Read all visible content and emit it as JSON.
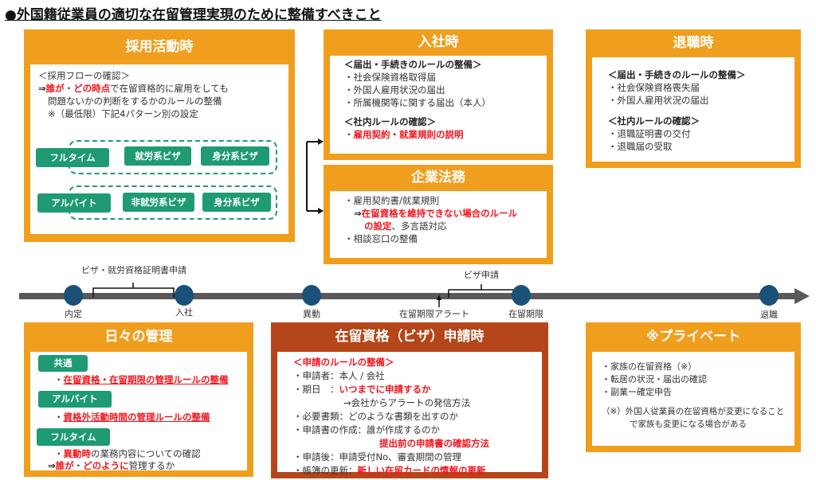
{
  "title": "●外国籍従業員の適切な在留管理実現のために整備すべきこと",
  "colors": {
    "orange": "#F09E1E",
    "brown": "#B5461A",
    "green": "#1E9A74",
    "dot": "#1B5079",
    "red": "#f0161e"
  },
  "recruit": {
    "title": "採用活動時",
    "heading": "＜採用フローの確認＞",
    "arrow": "⇒",
    "red1": "誰が",
    "sep": "・",
    "red2": "どの時点",
    "rest1": "で在留資格的に雇用をしても",
    "line2": "問題ないかの判断をするかのルールの整備",
    "line3": "※（最低限）下記4パターン別の設定",
    "fulltime": "フルタイム",
    "parttime": "アルバイト",
    "row1": [
      "就労系ビザ",
      "身分系ビザ"
    ],
    "row2": [
      "非就労系ビザ",
      "身分系ビザ"
    ]
  },
  "joining": {
    "title": "入社時",
    "h1": "＜届出・手続きのルールの整備＞",
    "items1": [
      "・社会保険資格取得届",
      "・外国人雇用状況の届出",
      "・所属機関等に関する届出（本人）"
    ],
    "h2": "＜社内ルールの確認＞",
    "bullet": "・",
    "red": "雇用契約・就業規則の説明"
  },
  "legal": {
    "title": "企業法務",
    "item1": "・雇用契約書/就業規則",
    "arrow": "⇒",
    "red1": "在留資格を維持できない場合のルール",
    "red2": "の設定",
    "rest": "、多言語対応",
    "item2": "・相談窓口の整備"
  },
  "retire": {
    "title": "退職時",
    "h1": "＜届出・手続きのルールの整備＞",
    "items1": [
      "・社会保険資格喪失届",
      "・外国人雇用状況の届出"
    ],
    "h2": "＜社内ルールの確認＞",
    "items2": [
      "・退職証明書の交付",
      "・退職届の受取"
    ]
  },
  "timeline": {
    "points": [
      "内定",
      "入社",
      "異動",
      "在留期限",
      "退職"
    ],
    "bracket1": "ビザ・就労資格証明書申請",
    "bracket2": "ビザ申請",
    "alert": "在留期限アラート"
  },
  "daily": {
    "title": "日々の管理",
    "tag1": "共通",
    "item1": "在留資格・在留期限の管理ルールの整備",
    "tag2": "アルバイト",
    "item2": "資格外活動時間の管理ルールの整備",
    "tag3": "フルタイム",
    "bullet": "・",
    "red3": "異動時",
    "rest3": "の業務内容についての確認",
    "arrow": "⇒",
    "red4a": "誰が",
    "sep": "・",
    "red4b": "どのように",
    "rest4": "管理するか"
  },
  "visa": {
    "title": "在留資格（ビザ）申請時",
    "heading": "＜申請のルールの整備＞",
    "l1": "・申請者：本人 / 会社",
    "l2a": "・期日　：",
    "l2red": "いつまでに申請するか",
    "l3": "→会社からアラートの発信方法",
    "l4": "・必要書類：どのような書類を出すのか",
    "l5": "・申請書の作成：誰が作成するのか",
    "l6red": "提出前の申請書の確認方法",
    "l7": "・申請後：申請受付No、審査期間の管理",
    "l8a": "・帳簿の更新：",
    "l8red": "新しい在留カードの情報の更新"
  },
  "private": {
    "title": "※プライベート",
    "items": [
      "・家族の在留資格（※）",
      "・転居の状況・届出の確認",
      "・副業ー確定申告"
    ],
    "note1": "（※）外国人従業員の在留資格が変更になること",
    "note2": "で家族も変更になる場合がある"
  }
}
